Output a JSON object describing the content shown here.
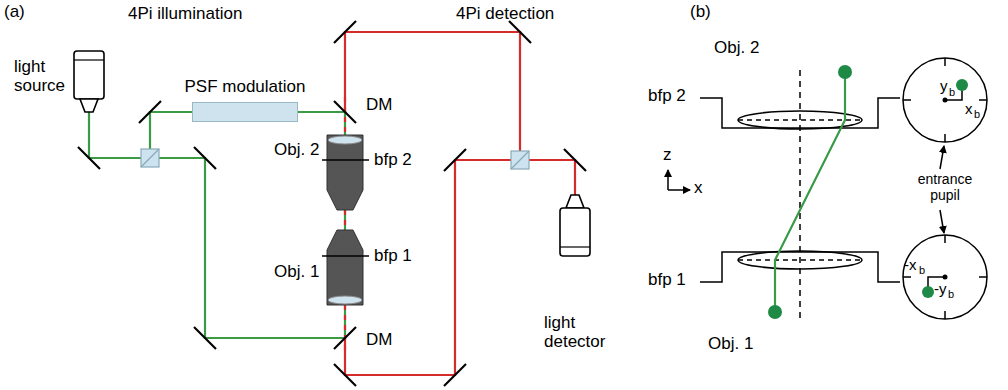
{
  "diagram": {
    "nodes": [
      {
        "text": [
          "light source"
        ]
      },
      {
        "text": [
          "PSF modulation"
        ]
      },
      {
        "text": [
          "light detector"
        ]
      }
    ],
    "edges": [
      {
        "from": 0,
        "to": 1,
        "arrow": "none"
      }
    ],
    "labels": [
      "(a)",
      "4Pi illumination",
      "4Pi detection",
      "DM",
      "DM",
      "Obj. 2",
      "bfp 2",
      "Obj. 1",
      "bfp 1",
      "(b)",
      "Obj. 2",
      "bfp 2",
      "z",
      "x",
      "bfp 1",
      "Obj. 1",
      "y",
      "b",
      "x",
      "b",
      "entrance pupil",
      "-x",
      "b",
      "-y",
      "b"
    ]
  }
}
